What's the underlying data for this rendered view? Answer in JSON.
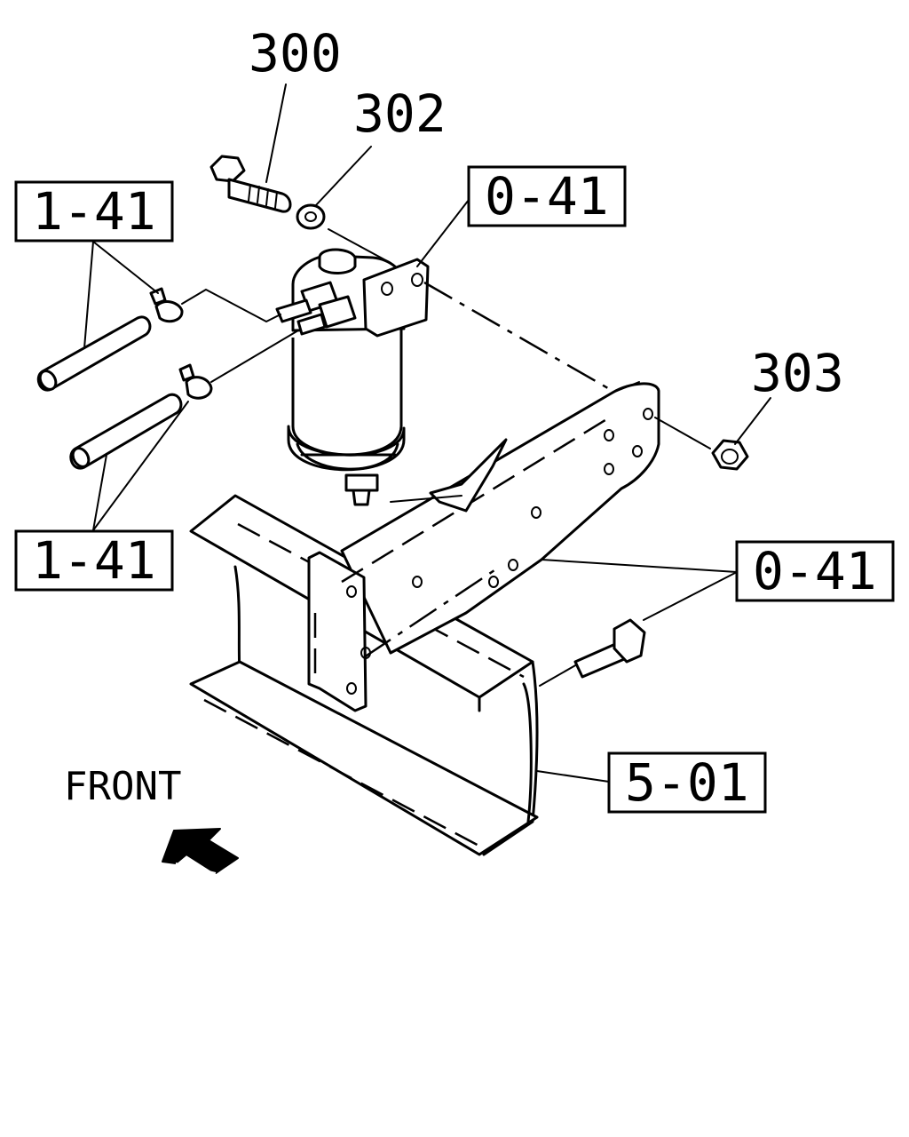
{
  "labels": {
    "part_300": "300",
    "part_302": "302",
    "part_303": "303",
    "ref_1_41_top": "1-41",
    "ref_1_41_bottom": "1-41",
    "ref_0_41_top": "0-41",
    "ref_0_41_right": "0-41",
    "ref_5_01": "5-01",
    "front": "FRONT"
  },
  "icons": {
    "direction_arrow": "front-arrow-icon"
  },
  "colors": {
    "ink": "#000000",
    "paper": "#ffffff"
  }
}
